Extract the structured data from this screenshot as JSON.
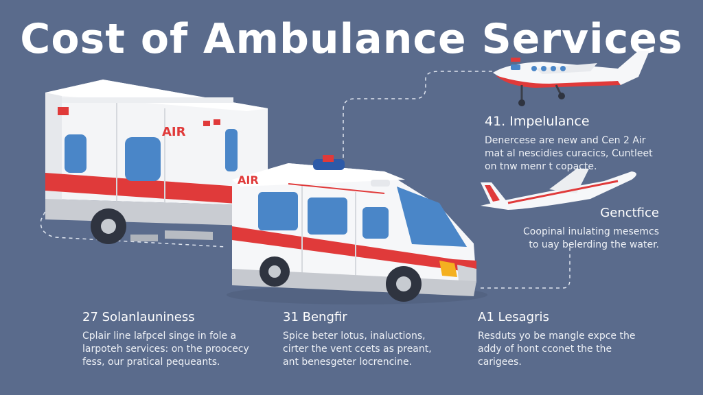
{
  "title": "Cost of Ambulance Services",
  "vehicle_text": {
    "truck_side": "AIR",
    "van_side": "AIR"
  },
  "sections": {
    "right_top": {
      "heading": "41. Impelulance",
      "lines": [
        "Denercese are new and Cen 2 Air",
        "mat al nescidies curacics, Cuntleet",
        "on tnw menr t copacte."
      ]
    },
    "right_mid": {
      "heading": "Genctfice",
      "lines": [
        "Coopinal inulating mesemcs",
        "to uay belerding the water."
      ]
    },
    "bottom_1": {
      "heading": "27 Solanlauniness",
      "lines": [
        "Cplair line lafpcel singe in fole a",
        "larpoteh services: on the proocecy",
        "fess, our pratical pequeants."
      ]
    },
    "bottom_2": {
      "heading": "31 Bengfir",
      "lines": [
        "Spice beter lotus, inaluctions,",
        "cirter the vent ccets as preant,",
        "ant benesgeter locrencine."
      ]
    },
    "bottom_3": {
      "heading": "A1 Lesagris",
      "lines": [
        "Resduts yo be mangle expce the",
        "addy of hont cconet the the",
        "carigees."
      ]
    }
  },
  "colors": {
    "background": "#5a6b8c",
    "accent_red": "#e03a3a",
    "window_blue": "#4a86c8",
    "vehicle_white": "#f4f5f7"
  }
}
